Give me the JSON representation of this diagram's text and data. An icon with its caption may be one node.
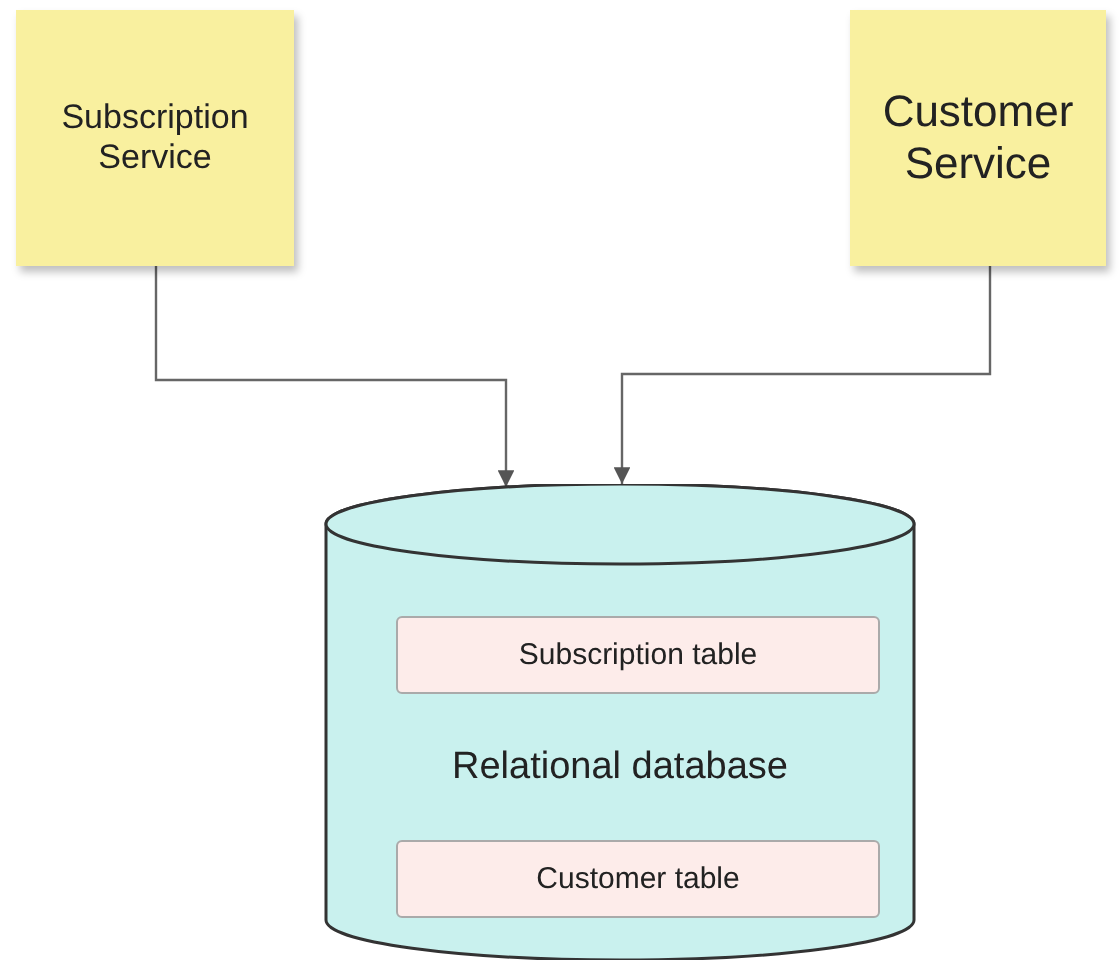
{
  "diagram": {
    "nodes": [
      {
        "text": [
          "Subscription Service"
        ]
      },
      {
        "text": [
          "Customer Service"
        ]
      },
      {
        "text": [
          "Relational database"
        ]
      },
      {
        "text": [
          "Subscription table"
        ],
        "in": 2
      },
      {
        "text": [
          "Customer table"
        ],
        "in": 2
      }
    ],
    "edges": [
      {
        "from": 0,
        "to": 2,
        "arrow": "to"
      },
      {
        "from": 1,
        "to": 2,
        "arrow": "to"
      }
    ]
  }
}
